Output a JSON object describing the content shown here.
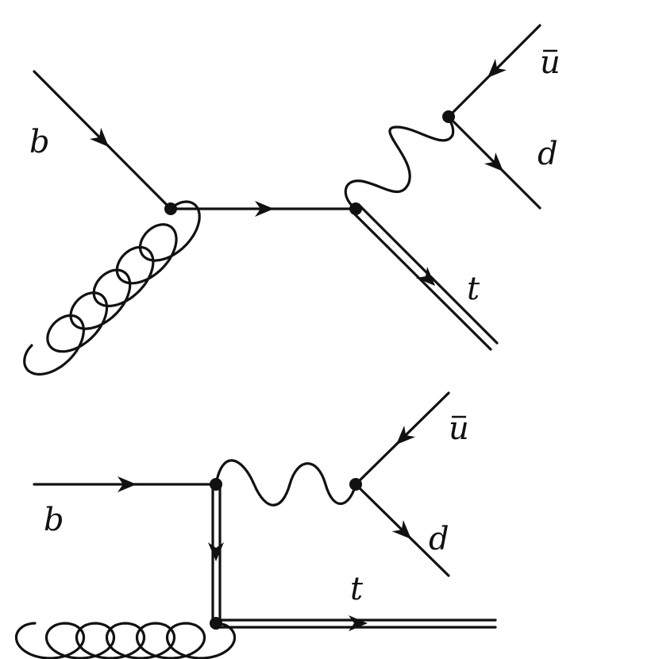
{
  "diagrams": [
    {
      "labels": {
        "b": "b",
        "ubar": "u",
        "d": "d",
        "t": "t"
      }
    },
    {
      "labels": {
        "b": "b",
        "ubar": "u",
        "d": "d",
        "t": "t"
      }
    }
  ],
  "colors": {
    "line": "#111111",
    "background": "#ffffff"
  }
}
